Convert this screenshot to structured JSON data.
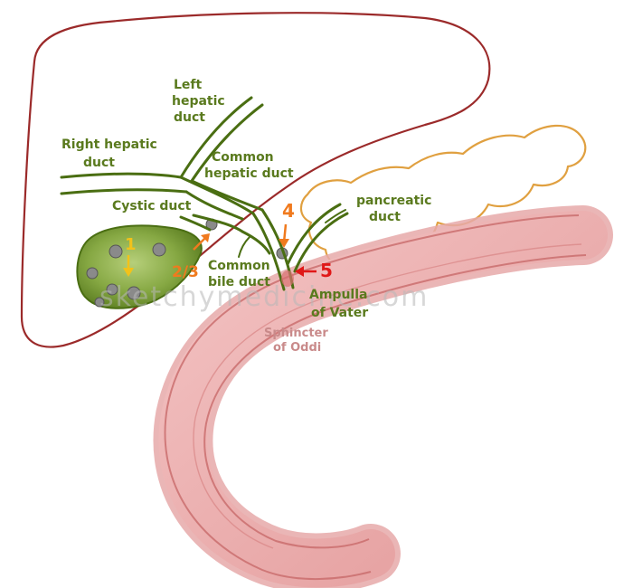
{
  "labels": {
    "left_hepatic_duct": [
      "Left",
      "hepatic",
      "duct"
    ],
    "right_hepatic_duct": [
      "Right hepatic",
      "duct"
    ],
    "common_hepatic_duct": [
      "Common",
      "hepatic duct"
    ],
    "cystic_duct": "Cystic duct",
    "pancreatic_duct": [
      "pancreatic",
      "duct"
    ],
    "common_bile_duct": [
      "Common",
      "bile duct"
    ],
    "ampulla_of_vater": [
      "Ampulla",
      "of Vater"
    ],
    "sphincter_of_oddi": [
      "Sphincter",
      "of Oddi"
    ]
  },
  "markers": {
    "m1": "1",
    "m23": "2/3",
    "m4": "4",
    "m5": "5"
  },
  "watermark": "sketchymedicine.com",
  "colors": {
    "liver_outline": "#9b2a2a",
    "duct_green": "#4a6e12",
    "label_green": "#5a7a1e",
    "gallbladder_fill": "#7a9a3a",
    "pancreas_outline": "#e0a040",
    "duodenum": "#e8a0a0",
    "stone_gray": "#8a8a8a",
    "yellow": "#f2c21a",
    "orange": "#f07a1e",
    "red": "#e01818"
  }
}
